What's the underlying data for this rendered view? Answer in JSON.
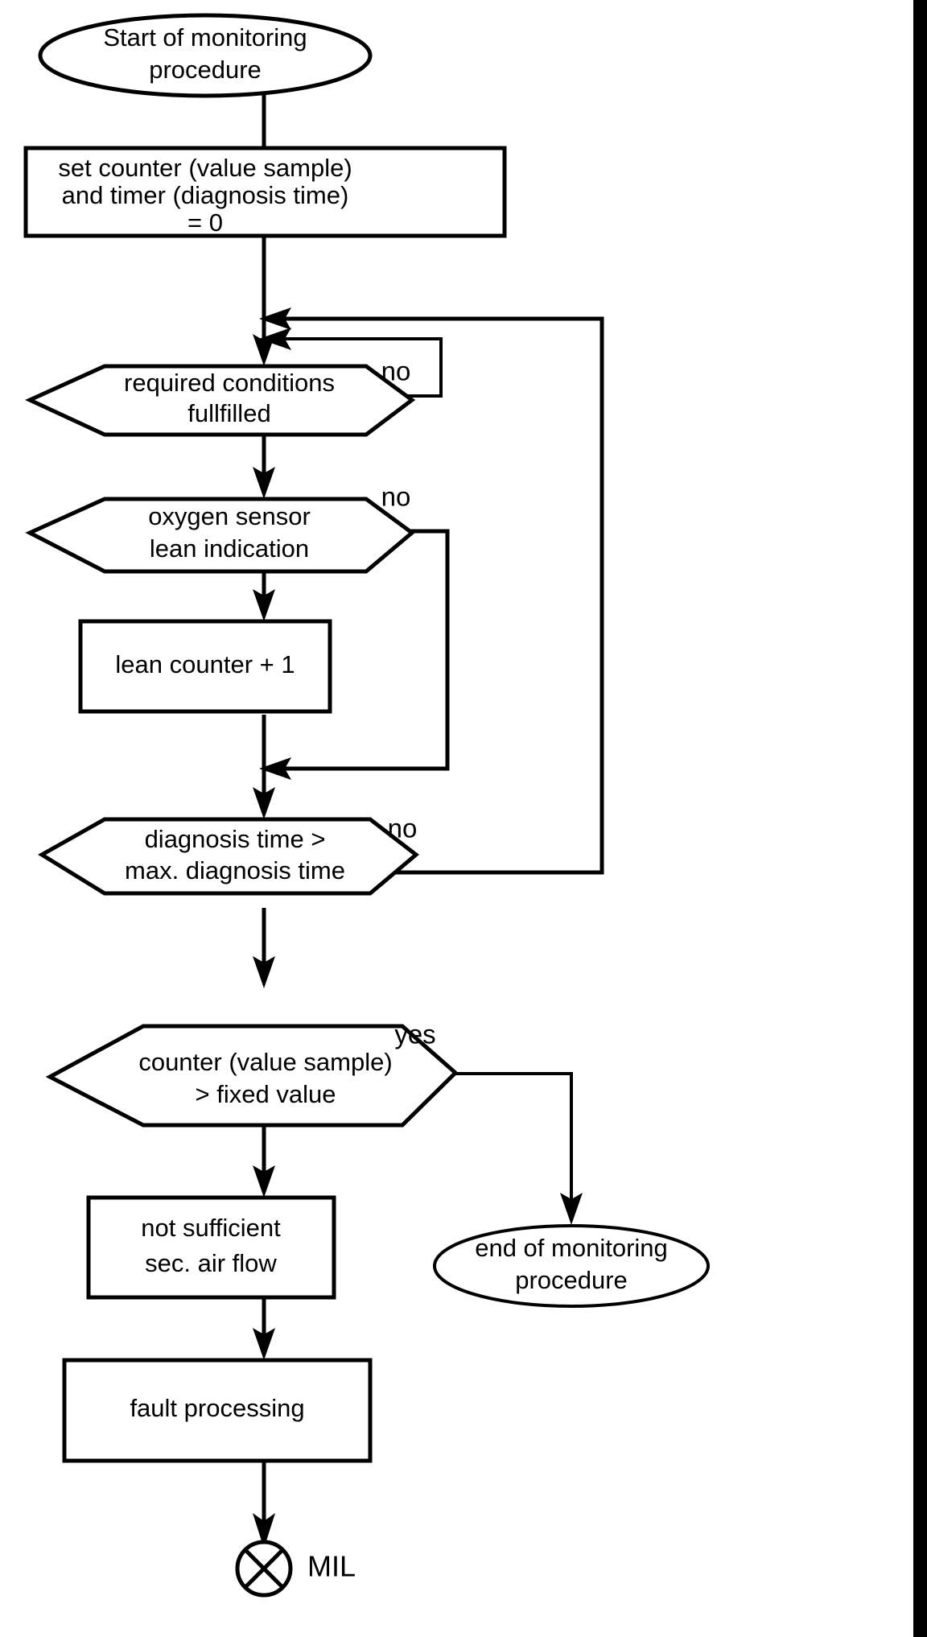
{
  "diagram": {
    "title": "Secondary air flow monitoring procedure flowchart",
    "type": "flowchart",
    "background_color": "#ffffff",
    "line_color": "#000000",
    "right_margin_bar_color": "#000000"
  },
  "nodes": {
    "start": {
      "shape": "ellipse",
      "line1": "Start of monitoring",
      "line2": "procedure"
    },
    "init": {
      "shape": "rectangle",
      "line1": "set counter (value sample)",
      "line2": "and timer (diagnosis time)",
      "line3": "= 0"
    },
    "conditions": {
      "shape": "hexagon",
      "line1": "required conditions",
      "line2": "fullfilled"
    },
    "oxygen": {
      "shape": "hexagon",
      "line1": "oxygen sensor",
      "line2": "lean indication"
    },
    "lean_counter": {
      "shape": "rectangle",
      "line1": "lean counter + 1"
    },
    "diag_time": {
      "shape": "hexagon",
      "line1": "diagnosis time >",
      "line2": "max. diagnosis time"
    },
    "counter_check": {
      "shape": "hexagon",
      "line1": "counter (value sample)",
      "line2": "> fixed value"
    },
    "not_sufficient": {
      "shape": "rectangle",
      "line1": "not sufficient",
      "line2": "sec. air flow"
    },
    "fault": {
      "shape": "rectangle",
      "line1": "fault processing"
    },
    "end": {
      "shape": "ellipse",
      "line1": "end of monitoring",
      "line2": "procedure"
    },
    "mil": {
      "shape": "circle-with-x",
      "label": "MIL"
    }
  },
  "branch_labels": {
    "conditions_no": "no",
    "oxygen_no": "no",
    "diag_time_no": "no",
    "counter_yes": "yes"
  }
}
